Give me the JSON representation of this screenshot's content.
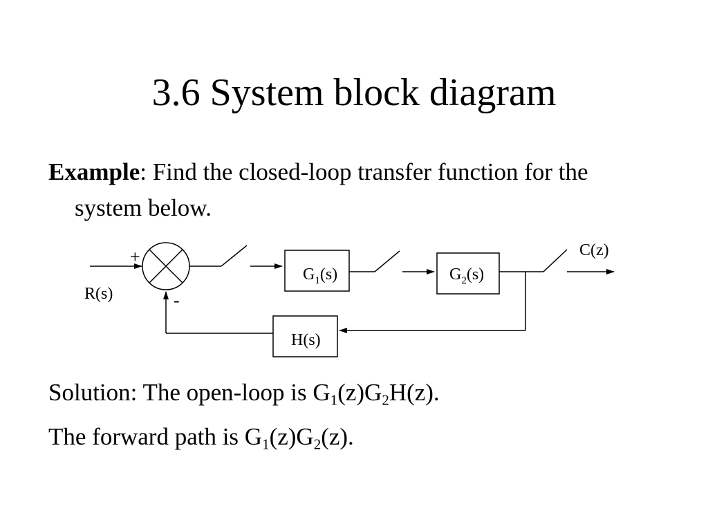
{
  "slide": {
    "title": "3.6 System block diagram",
    "example": {
      "label": "Example",
      "text": ": Find the closed-loop transfer function for the system below."
    },
    "solution": {
      "open_loop": {
        "prefix": "Solution: The open-loop is G",
        "sub1": "1",
        "mid": "(z)G",
        "sub2": "2",
        "suffix": "H(z)."
      },
      "forward": {
        "prefix": "The forward path is G",
        "sub1": "1",
        "mid": "(z)G",
        "sub2": "2",
        "suffix": "(z)."
      }
    }
  },
  "diagram": {
    "input_label": "R(s)",
    "output_label": "C(z)",
    "plus_sign": "+",
    "minus_sign": "-",
    "block_g1": {
      "base": "G",
      "sub": "1",
      "arg": "(s)"
    },
    "block_g2": {
      "base": "G",
      "sub": "2",
      "arg": "(s)"
    },
    "block_h": {
      "label": "H(s)"
    }
  }
}
